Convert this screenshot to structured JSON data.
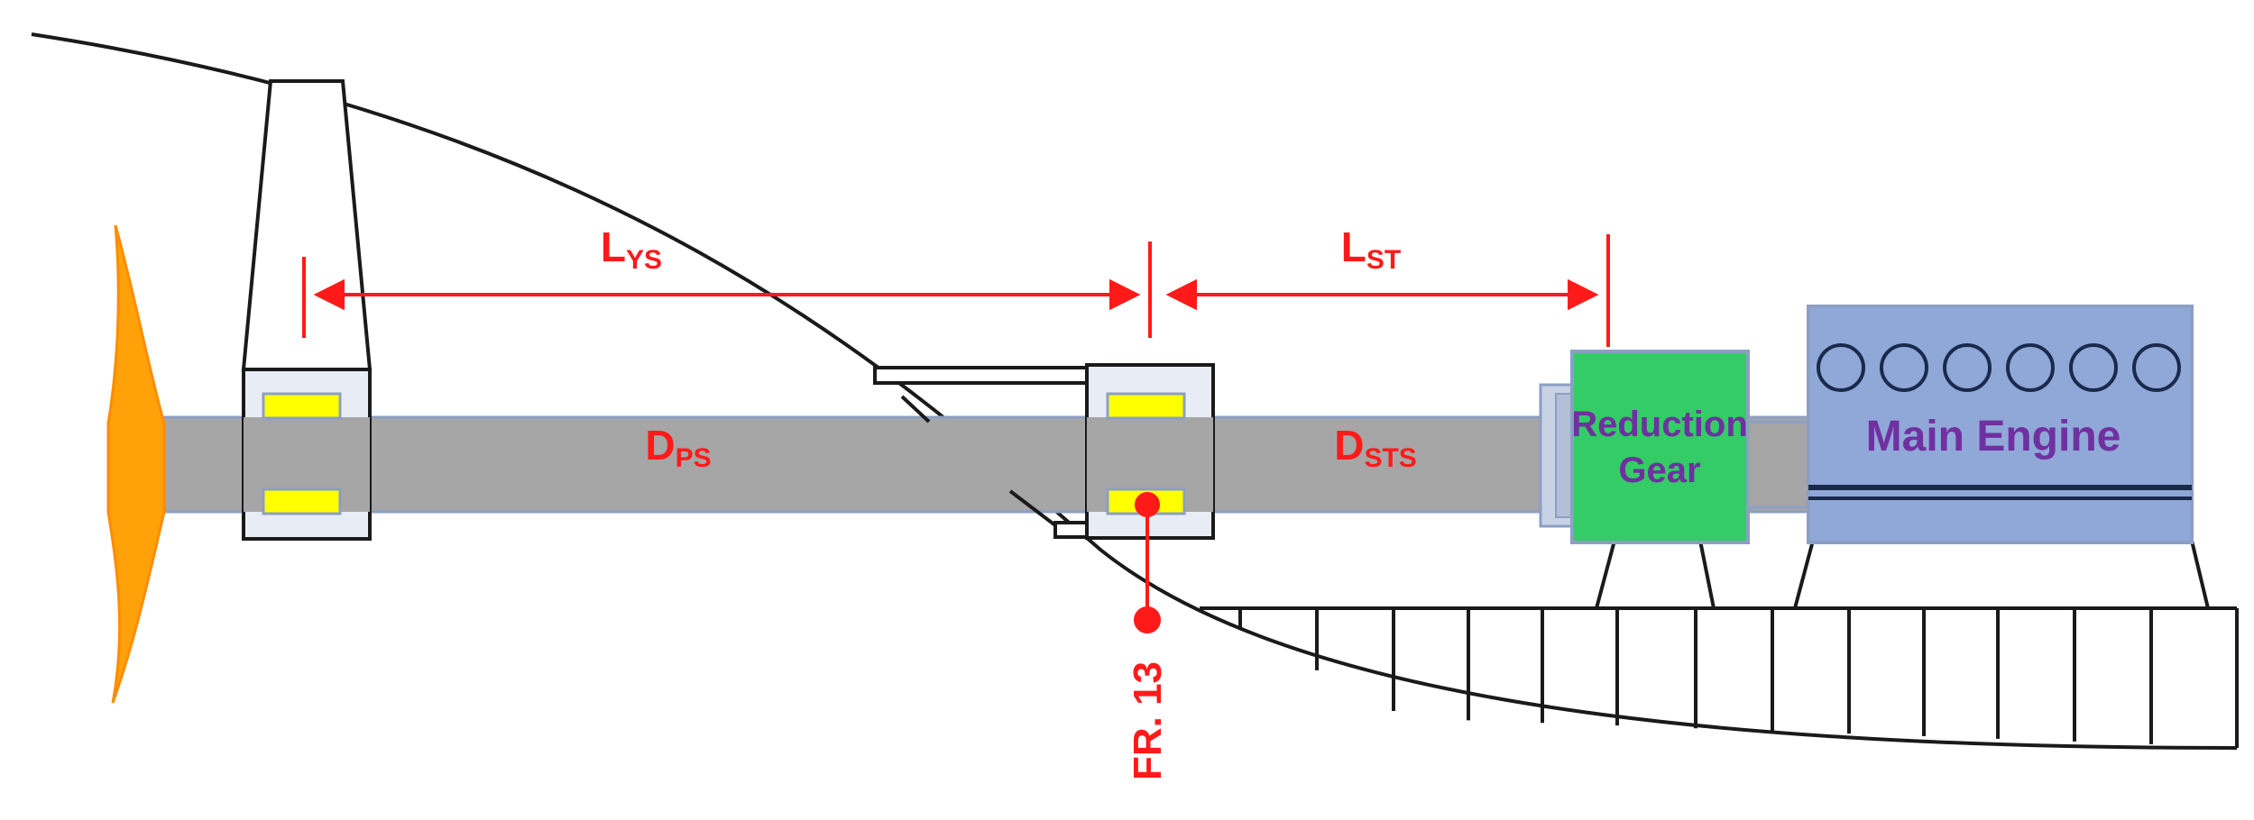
{
  "labels": {
    "l_ys": {
      "main": "L",
      "sub": "YS"
    },
    "l_st": {
      "main": "L",
      "sub": "ST"
    },
    "d_ps": {
      "main": "D",
      "sub": "PS"
    },
    "d_sts": {
      "main": "D",
      "sub": "STS"
    },
    "reduction_gear": {
      "line1": "Reduction",
      "line2": "Gear"
    },
    "main_engine": "Main Engine",
    "frame": "FR. 13"
  },
  "colors": {
    "propeller": "#ffa20a",
    "shaft": "#a6a6a6",
    "bearing_fill": "#ffff00",
    "dimension": "#ff1a1a",
    "reduction_gear": "#33cc66",
    "main_engine": "#8fa8d8",
    "label_purple": "#7030a0"
  },
  "icons": {
    "propeller": "propeller-icon",
    "cylinders": "engine-cylinder-icon"
  }
}
